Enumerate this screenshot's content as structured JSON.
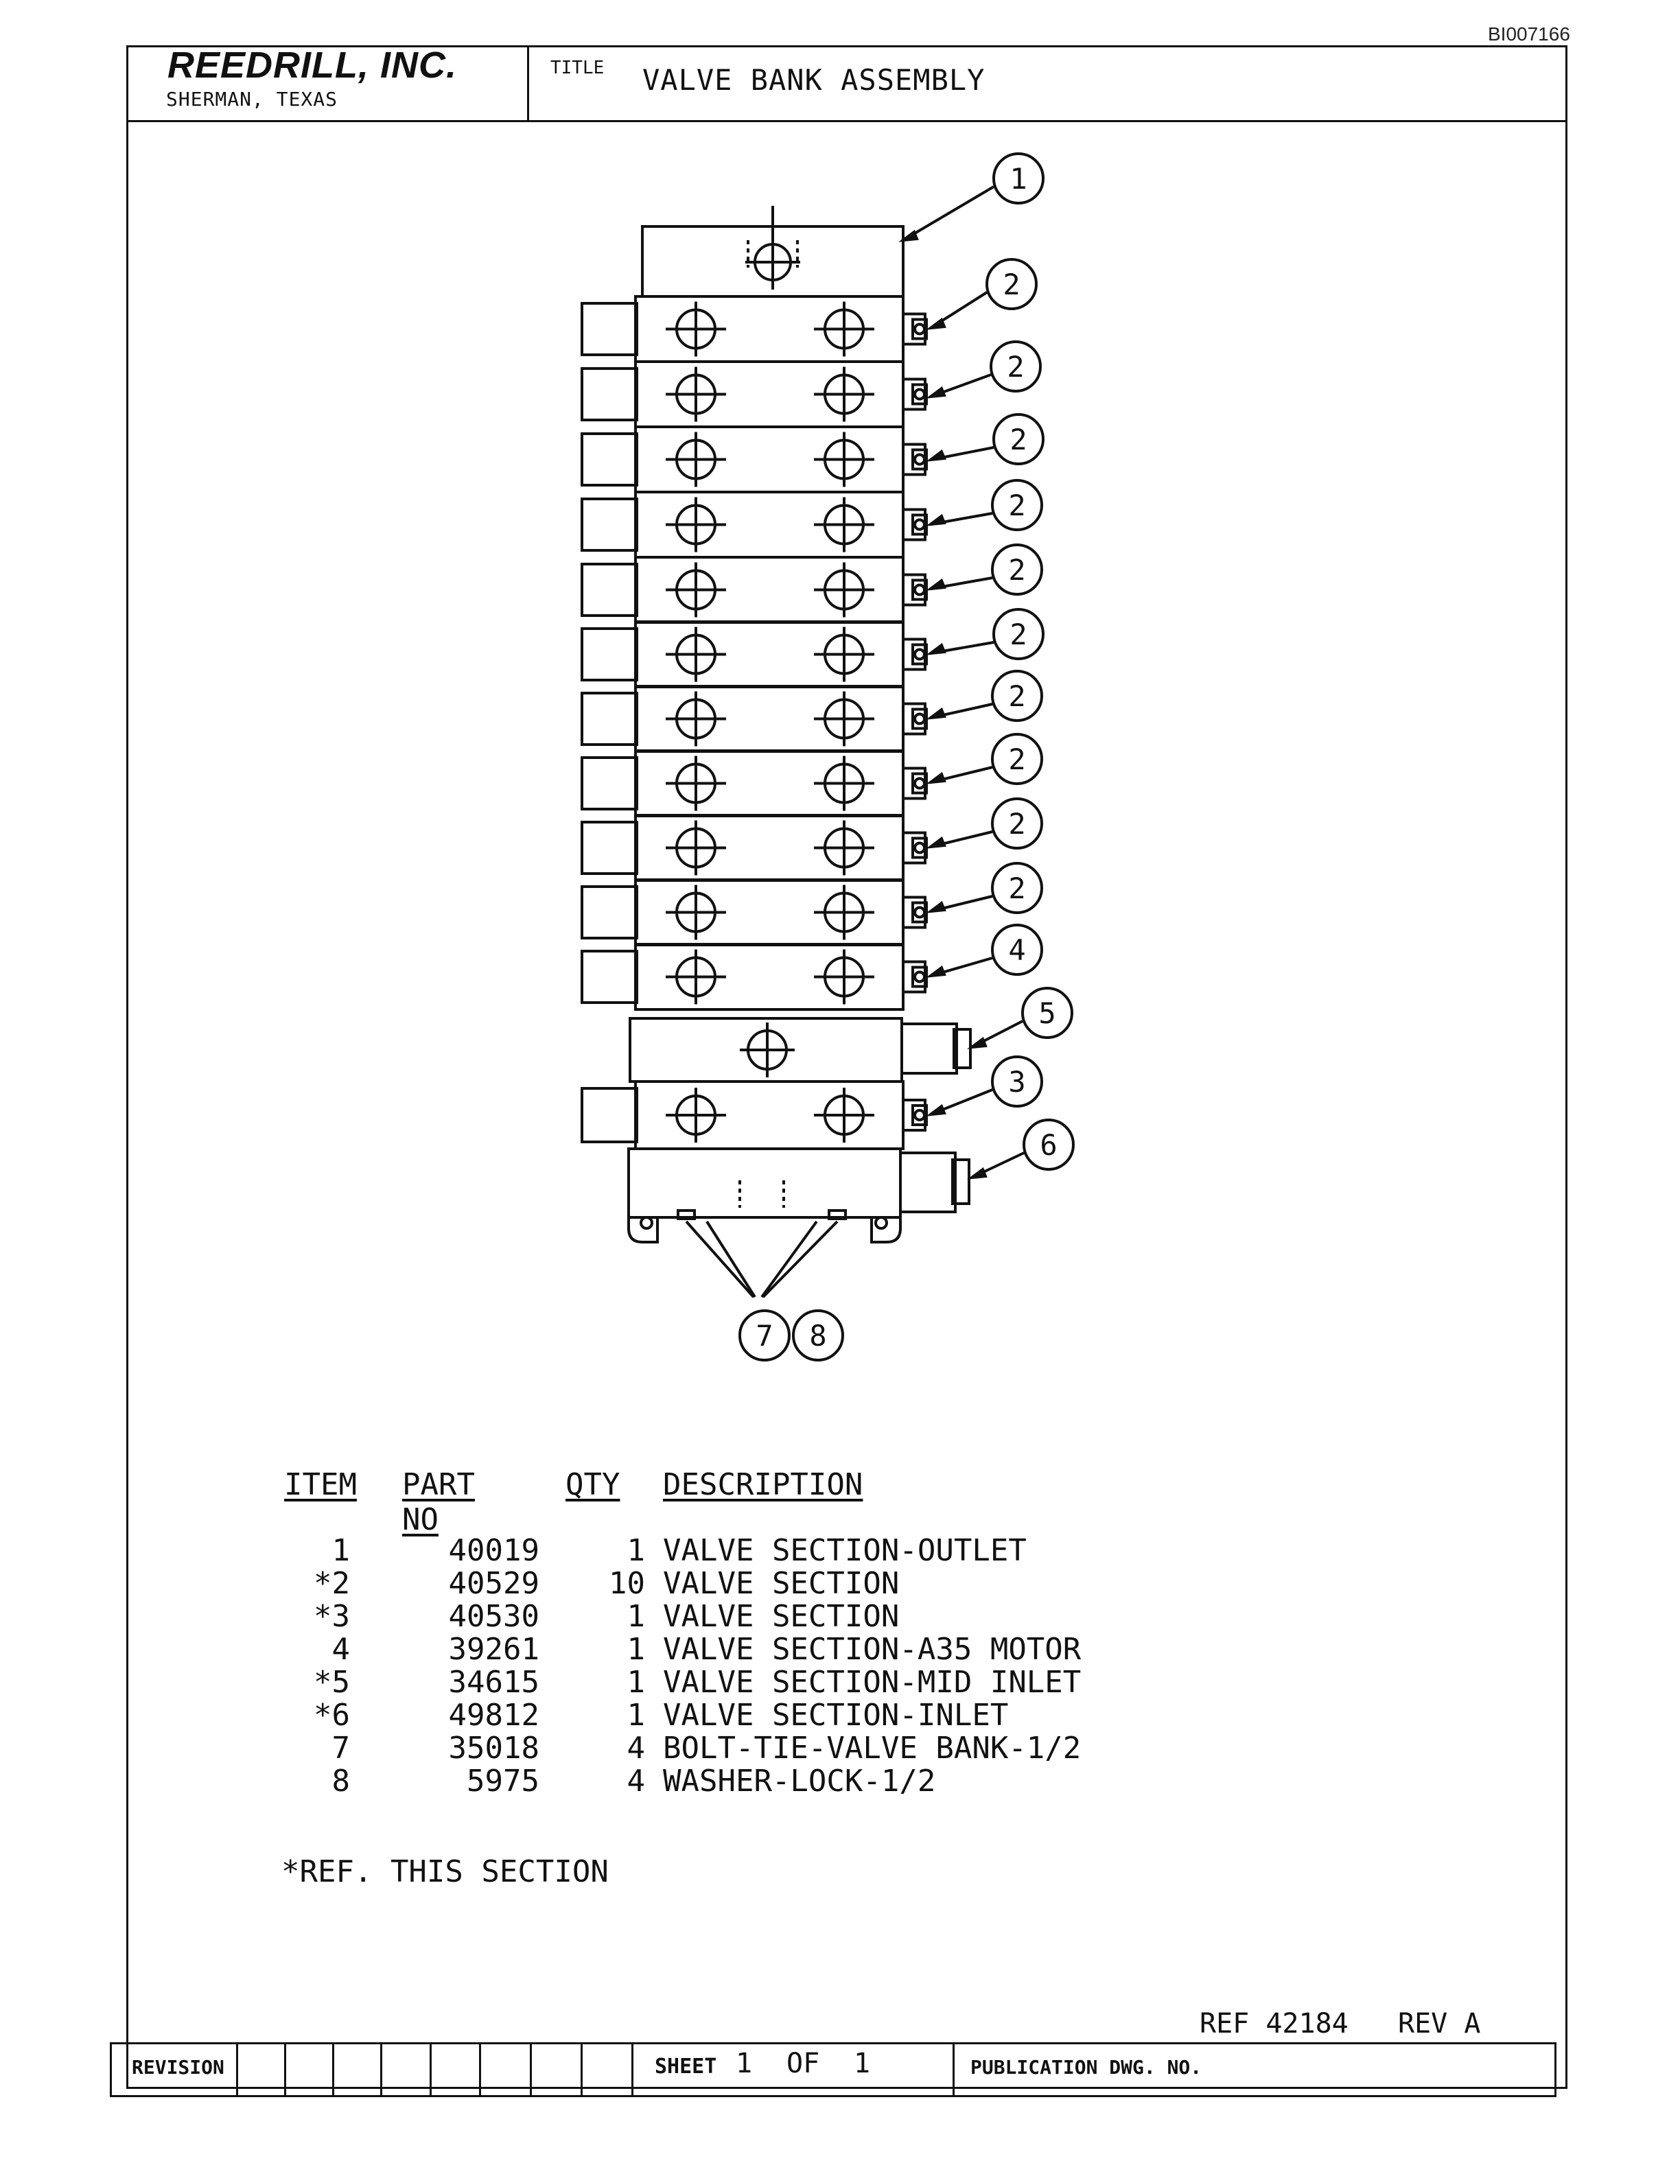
{
  "doc_id": "BI007166",
  "title_block": {
    "company": "REEDRILL, INC.",
    "location": "SHERMAN, TEXAS",
    "title_label": "TITLE",
    "title": "VALVE BANK ASSEMBLY"
  },
  "callouts": [
    "1",
    "2",
    "2",
    "2",
    "2",
    "2",
    "2",
    "2",
    "2",
    "2",
    "2",
    "4",
    "5",
    "3",
    "6",
    "7",
    "8"
  ],
  "parts_table": {
    "headers": {
      "item": "ITEM",
      "part_no": "PART NO",
      "qty": "QTY",
      "description": "DESCRIPTION"
    },
    "rows": [
      {
        "item": "1",
        "part_no": "40019",
        "qty": "1",
        "description": "VALVE SECTION-OUTLET"
      },
      {
        "item": "*2",
        "part_no": "40529",
        "qty": "10",
        "description": "VALVE SECTION"
      },
      {
        "item": "*3",
        "part_no": "40530",
        "qty": "1",
        "description": "VALVE SECTION"
      },
      {
        "item": "4",
        "part_no": "39261",
        "qty": "1",
        "description": "VALVE SECTION-A35 MOTOR"
      },
      {
        "item": "*5",
        "part_no": "34615",
        "qty": "1",
        "description": "VALVE SECTION-MID INLET"
      },
      {
        "item": "*6",
        "part_no": "49812",
        "qty": "1",
        "description": "VALVE SECTION-INLET"
      },
      {
        "item": "7",
        "part_no": "35018",
        "qty": "4",
        "description": "BOLT-TIE-VALVE BANK-1/2"
      },
      {
        "item": "8",
        "part_no": "5975",
        "qty": "4",
        "description": "WASHER-LOCK-1/2"
      }
    ]
  },
  "note": "*REF. THIS SECTION",
  "ref": "REF 42184   REV A",
  "bottom": {
    "revision_label": "REVISION",
    "sheet_label": "SHEET",
    "sheet_number": "1",
    "of_label": "OF",
    "sheet_total": "1",
    "publication_label": "PUBLICATION DWG. NO."
  }
}
